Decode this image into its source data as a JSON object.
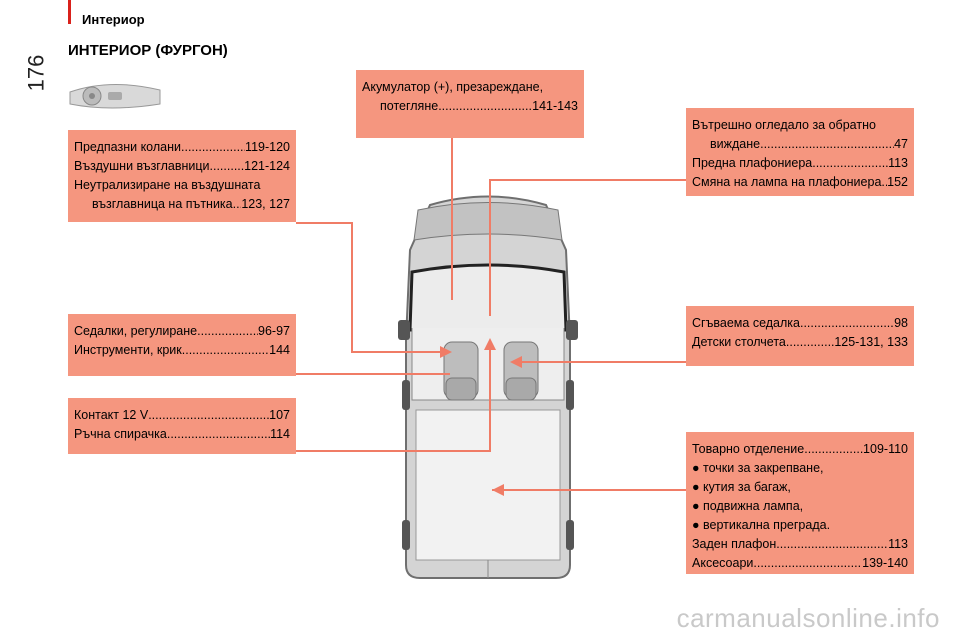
{
  "header": {
    "section": "Интериор",
    "page_number": "176",
    "title": "ИНТЕРИОР (ФУРГОН)"
  },
  "boxes": {
    "seatbelts": {
      "lines": [
        {
          "label": "Предпазни колани",
          "ref": "119-120"
        },
        {
          "label": "Въздушни възглавници",
          "ref": "121-124"
        },
        {
          "label": "Неутрализиране на въздушната",
          "ref": ""
        },
        {
          "label": "възглавница на пътника",
          "ref": "123, 127"
        }
      ]
    },
    "battery": {
      "line1": "Акумулатор (+), презареждане,",
      "line2": {
        "label": "потегляне",
        "ref": "141-143"
      }
    },
    "mirror": {
      "lines": [
        {
          "label": "Вътрешно огледало за обратно",
          "ref": ""
        },
        {
          "label": "виждане",
          "ref": "47"
        },
        {
          "label": "Предна плафониера",
          "ref": "113"
        },
        {
          "label": "Смяна на лампа на плафониера",
          "ref": "152"
        }
      ]
    },
    "seats": {
      "lines": [
        {
          "label": "Седалки, регулиране",
          "ref": "96-97"
        },
        {
          "label": "Инструменти, крик",
          "ref": "144"
        }
      ]
    },
    "folding": {
      "lines": [
        {
          "label": "Сгъваема седалка",
          "ref": "98"
        },
        {
          "label": "Детски столчета",
          "ref": "125-131, 133"
        }
      ]
    },
    "contact": {
      "lines": [
        {
          "label": "Контакт 12 V",
          "ref": "107"
        },
        {
          "label": "Ръчна спирачка",
          "ref": "114"
        }
      ]
    },
    "cargo": {
      "head": {
        "label": "Товарно отделение",
        "ref": "109-110"
      },
      "bullets": [
        "точки за закрепване,",
        "кутия за багаж,",
        "подвижна лампа,",
        "вертикална преграда."
      ],
      "tail": [
        {
          "label": "Заден плафон",
          "ref": "113"
        },
        {
          "label": "Аксесоари",
          "ref": "139-140"
        }
      ]
    }
  },
  "watermark": "carmanualsonline.info",
  "icons": {
    "dashboard": "dashboard-icon",
    "van": "van-top-view-icon"
  },
  "colors": {
    "box_bg": "#f5967f",
    "leader": "#f07c66",
    "accent": "#d9211b"
  }
}
